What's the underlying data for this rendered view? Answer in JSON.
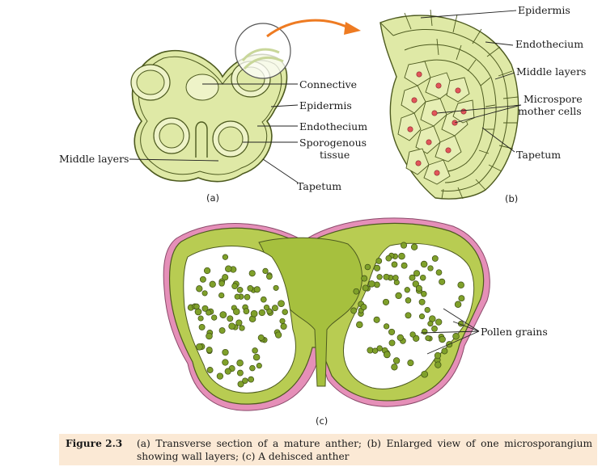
{
  "figure": {
    "panel_a": {
      "sublabel": "(a)",
      "labels": {
        "connective": "Connective",
        "epidermis": "Epidermis",
        "endothecium": "Endothecium",
        "sporogenous_1": "Sporogenous",
        "sporogenous_2": "tissue",
        "middle_layers": "Middle layers",
        "tapetum": "Tapetum"
      }
    },
    "panel_b": {
      "sublabel": "(b)",
      "labels": {
        "epidermis": "Epidermis",
        "endothecium": "Endothecium",
        "middle_layers": "Middle layers",
        "microspore_1": "Microspore",
        "microspore_2": "mother cells",
        "tapetum": "Tapetum"
      }
    },
    "panel_c": {
      "sublabel": "(c)",
      "labels": {
        "pollen_grains": "Pollen grains"
      }
    },
    "colors": {
      "tissue_fill": "#dfe9a6",
      "tissue_light": "#eef3c8",
      "outline": "#4d5a1f",
      "arrow": "#ee7b22",
      "pollen": "#7fa02a",
      "epidermis_pink": "#e58fb8",
      "microspore_dot": "#e2555a"
    }
  },
  "caption": {
    "label": "Figure 2.3",
    "text": "(a) Transverse section of a mature anther; (b) Enlarged view of one microsporangium showing wall layers; (c) A dehisced anther"
  }
}
